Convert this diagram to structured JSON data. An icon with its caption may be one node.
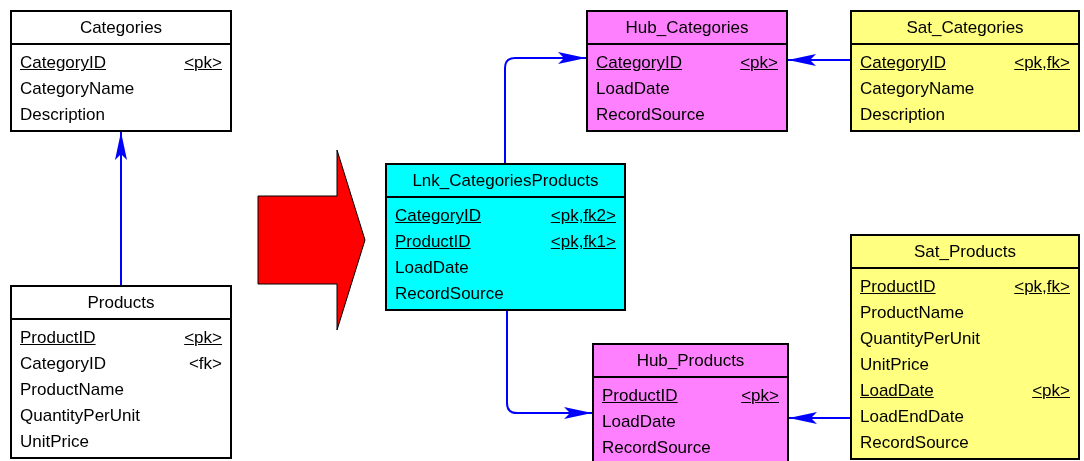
{
  "diagram": {
    "nodes": [
      {
        "text": [
          "Categories",
          "CategoryID",
          "<pk>",
          "CategoryName",
          "Description"
        ]
      },
      {
        "text": [
          "Products",
          "ProductID",
          "<pk>",
          "CategoryID",
          "<fk>",
          "ProductName",
          "QuantityPerUnit",
          "UnitPrice"
        ]
      },
      {
        "text": [
          "Hub_Categories",
          "CategoryID",
          "<pk>",
          "LoadDate",
          "RecordSource"
        ]
      },
      {
        "text": [
          "Sat_Categories",
          "CategoryID",
          "<pk,fk>",
          "CategoryName",
          "Description"
        ]
      },
      {
        "text": [
          "Lnk_CategoriesProducts",
          "CategoryID",
          "<pk,fk2>",
          "ProductID",
          "<pk,fk1>",
          "LoadDate",
          "RecordSource"
        ]
      },
      {
        "text": [
          "Sat_Products",
          "ProductID",
          "<pk,fk>",
          "ProductName",
          "QuantityPerUnit",
          "UnitPrice",
          "LoadDate",
          "<pk>",
          "LoadEndDate",
          "RecordSource"
        ]
      },
      {
        "text": [
          "Hub_Products",
          "ProductID",
          "<pk>",
          "LoadDate",
          "RecordSource"
        ]
      }
    ],
    "edges": [
      {
        "from": 1,
        "to": 0,
        "arrow": "to",
        "color": "#0000ff"
      },
      {
        "from": 4,
        "to": 2,
        "arrow": "to",
        "color": "#0000ff"
      },
      {
        "from": 3,
        "to": 2,
        "arrow": "to",
        "color": "#0000ff"
      },
      {
        "from": 4,
        "to": 6,
        "arrow": "to",
        "color": "#0000ff"
      },
      {
        "from": 5,
        "to": 6,
        "arrow": "to",
        "color": "#0000ff"
      }
    ]
  }
}
